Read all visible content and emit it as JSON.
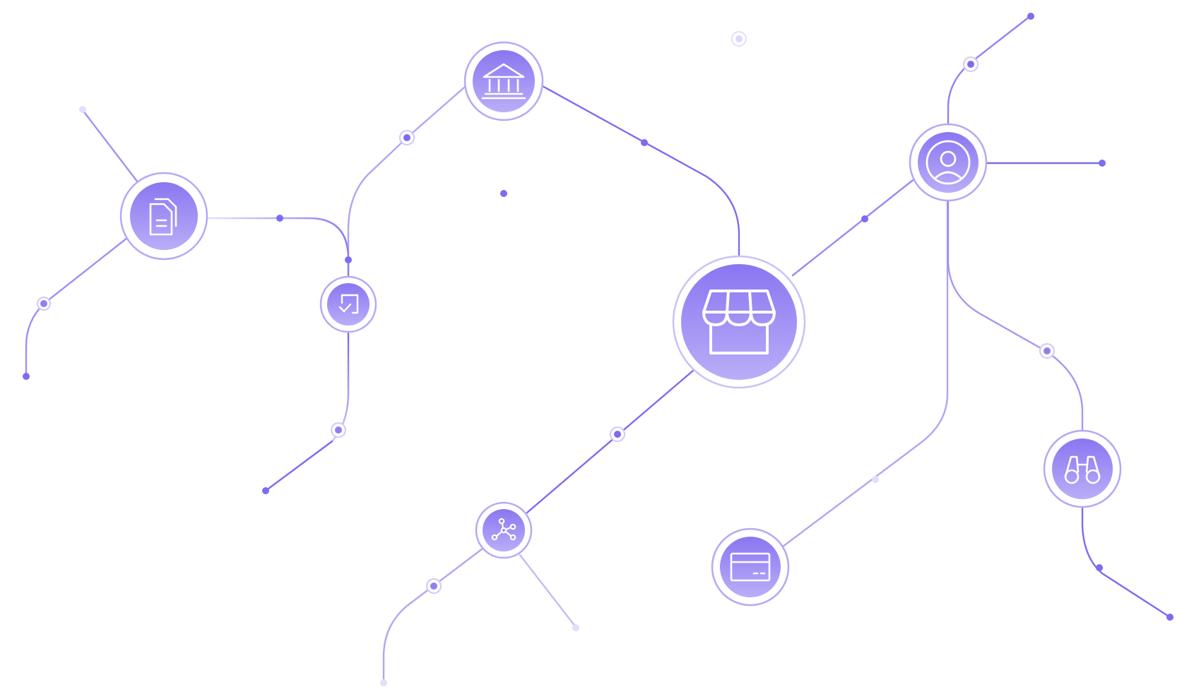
{
  "colors": {
    "accent": "#7b6cf0",
    "accent_light": "#c9c1f7",
    "accent_faint": "#e6e2fb",
    "node_top": "#8b78f2",
    "node_bottom": "#b3a7f7",
    "ring": "#b4a9f4",
    "icon": "#ffffff"
  },
  "nodes": [
    {
      "id": "documents",
      "icon": "documents-icon"
    },
    {
      "id": "task-check",
      "icon": "checkbox-icon"
    },
    {
      "id": "bank",
      "icon": "bank-icon"
    },
    {
      "id": "network",
      "icon": "network-graph-icon"
    },
    {
      "id": "store",
      "icon": "storefront-icon"
    },
    {
      "id": "user",
      "icon": "user-profile-icon"
    },
    {
      "id": "card",
      "icon": "credit-card-icon"
    },
    {
      "id": "binoculars",
      "icon": "binoculars-icon"
    }
  ]
}
